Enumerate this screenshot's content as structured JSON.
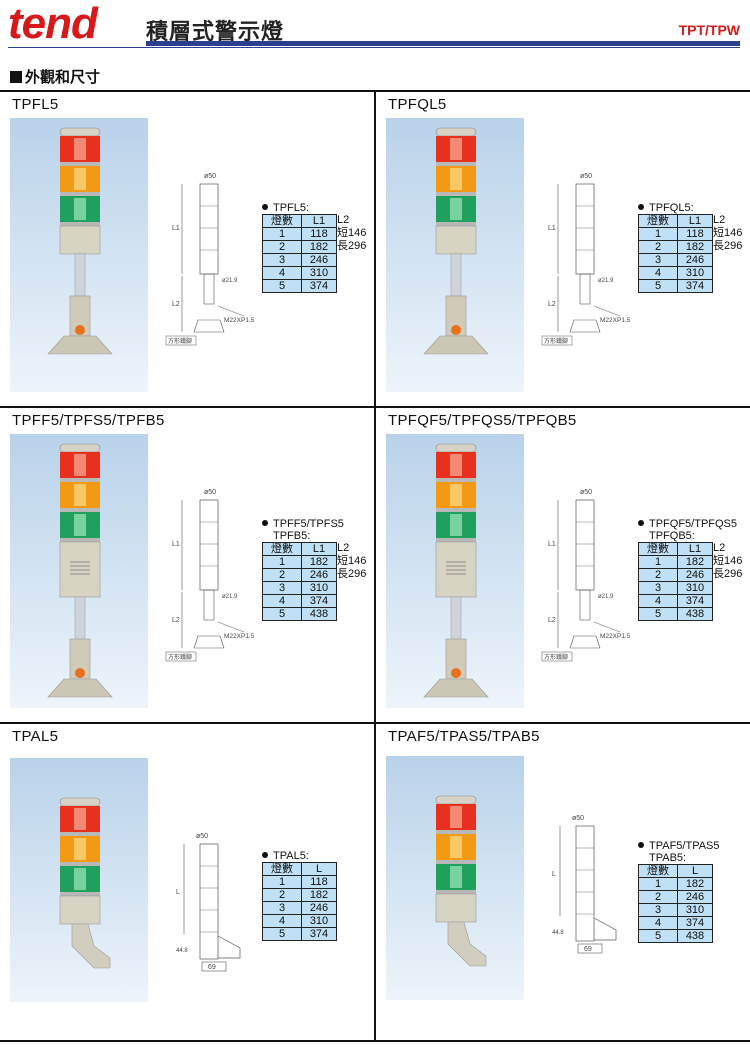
{
  "header": {
    "logo": "tend",
    "title": "積層式警示燈",
    "code": "TPT/TPW"
  },
  "section_title": "外觀和尺寸",
  "dims": {
    "d50": "ø50",
    "d219": "ø21.9",
    "m22": "M22XP1.5",
    "bracket": "方形鐵腳",
    "l1": "L1",
    "l2": "L2",
    "l": "L",
    "h448": "44.8",
    "w69": "69"
  },
  "products": [
    {
      "title": "TPFL5",
      "label": "TPFL5:",
      "cols": [
        "燈數",
        "L1"
      ],
      "extra_head": "L2",
      "side": [
        "短146",
        "長296"
      ],
      "rows": [
        [
          "1",
          "118"
        ],
        [
          "2",
          "182"
        ],
        [
          "3",
          "246"
        ],
        [
          "4",
          "310"
        ],
        [
          "5",
          "374"
        ]
      ]
    },
    {
      "title": "TPFQL5",
      "label": "TPFQL5:",
      "cols": [
        "燈數",
        "L1"
      ],
      "extra_head": "L2",
      "side": [
        "短146",
        "長296"
      ],
      "rows": [
        [
          "1",
          "118"
        ],
        [
          "2",
          "182"
        ],
        [
          "3",
          "246"
        ],
        [
          "4",
          "310"
        ],
        [
          "5",
          "374"
        ]
      ]
    },
    {
      "title": "TPFF5/TPFS5/TPFB5",
      "label": "TPFF5/TPFS5",
      "label2": "TPFB5:",
      "cols": [
        "燈數",
        "L1"
      ],
      "extra_head": "L2",
      "side": [
        "短146",
        "長296"
      ],
      "rows": [
        [
          "1",
          "182"
        ],
        [
          "2",
          "246"
        ],
        [
          "3",
          "310"
        ],
        [
          "4",
          "374"
        ],
        [
          "5",
          "438"
        ]
      ]
    },
    {
      "title": "TPFQF5/TPFQS5/TPFQB5",
      "label": "TPFQF5/TPFQS5",
      "label2": "TPFQB5:",
      "cols": [
        "燈數",
        "L1"
      ],
      "extra_head": "L2",
      "side": [
        "短146",
        "長296"
      ],
      "rows": [
        [
          "1",
          "182"
        ],
        [
          "2",
          "246"
        ],
        [
          "3",
          "310"
        ],
        [
          "4",
          "374"
        ],
        [
          "5",
          "438"
        ]
      ]
    },
    {
      "title": "TPAL5",
      "label": "TPAL5:",
      "cols": [
        "燈數",
        "L"
      ],
      "rows": [
        [
          "1",
          "118"
        ],
        [
          "2",
          "182"
        ],
        [
          "3",
          "246"
        ],
        [
          "4",
          "310"
        ],
        [
          "5",
          "374"
        ]
      ]
    },
    {
      "title": "TPAF5/TPAS5/TPAB5",
      "label": "TPAF5/TPAS5",
      "label2": "TPAB5:",
      "cols": [
        "燈數",
        "L"
      ],
      "rows": [
        [
          "1",
          "182"
        ],
        [
          "2",
          "246"
        ],
        [
          "3",
          "310"
        ],
        [
          "4",
          "374"
        ],
        [
          "5",
          "438"
        ]
      ]
    }
  ]
}
